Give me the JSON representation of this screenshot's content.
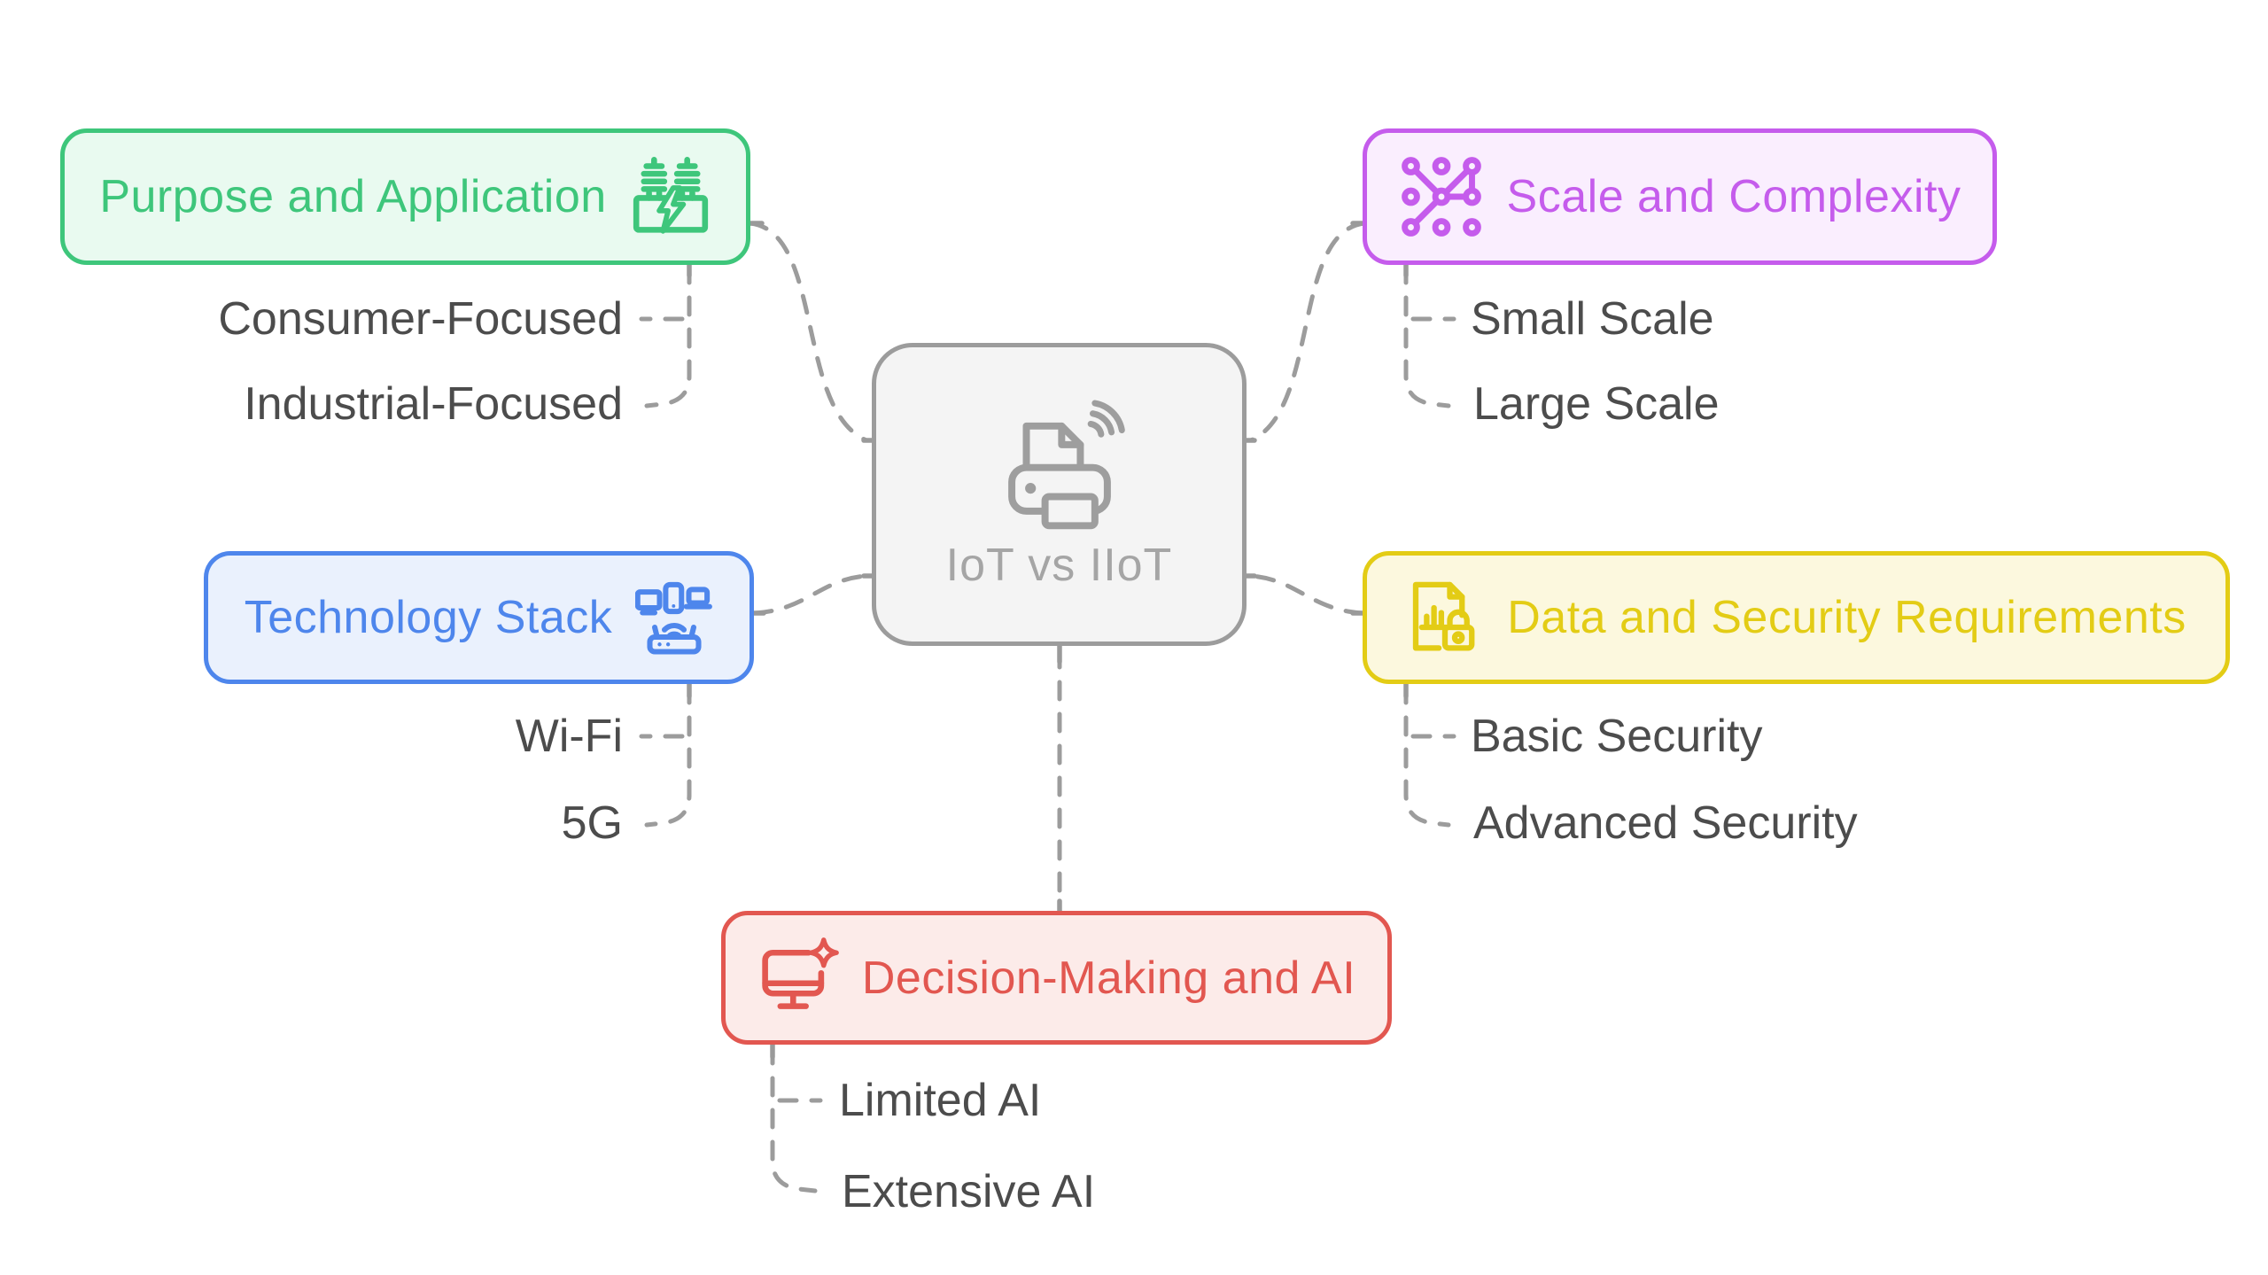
{
  "center": {
    "label": "IoT vs IIoT",
    "icon": "printer-wifi-icon",
    "border_color": "#9C9C9C",
    "background": "#F4F4F4",
    "text_color": "#A5A5A5"
  },
  "branches": [
    {
      "id": "purpose",
      "label": "Purpose and Application",
      "icon": "power-transformer-icon",
      "color": "#3EC67B",
      "background": "#E9FAF0",
      "children": [
        "Consumer-Focused",
        "Industrial-Focused"
      ]
    },
    {
      "id": "scale",
      "label": "Scale and Complexity",
      "icon": "network-nodes-icon",
      "color": "#C55CEC",
      "background": "#FAEEFE",
      "children": [
        "Small Scale",
        "Large Scale"
      ]
    },
    {
      "id": "technology",
      "label": "Technology Stack",
      "icon": "connected-devices-icon",
      "color": "#4E86EC",
      "background": "#EAF1FD",
      "children": [
        "Wi-Fi",
        "5G"
      ]
    },
    {
      "id": "data-security",
      "label": "Data and Security Requirements",
      "icon": "document-lock-icon",
      "color": "#E3CC15",
      "background": "#FCF8DE",
      "children": [
        "Basic Security",
        "Advanced Security"
      ]
    },
    {
      "id": "decision-ai",
      "label": "Decision-Making and AI",
      "icon": "monitor-sparkle-icon",
      "color": "#E25750",
      "background": "#FCEBE9",
      "children": [
        "Limited AI",
        "Extensive AI"
      ]
    }
  ],
  "connector_color": "#9C9C9C",
  "child_text_color": "#4C4C4C",
  "canvas_background": "#FFFFFF"
}
